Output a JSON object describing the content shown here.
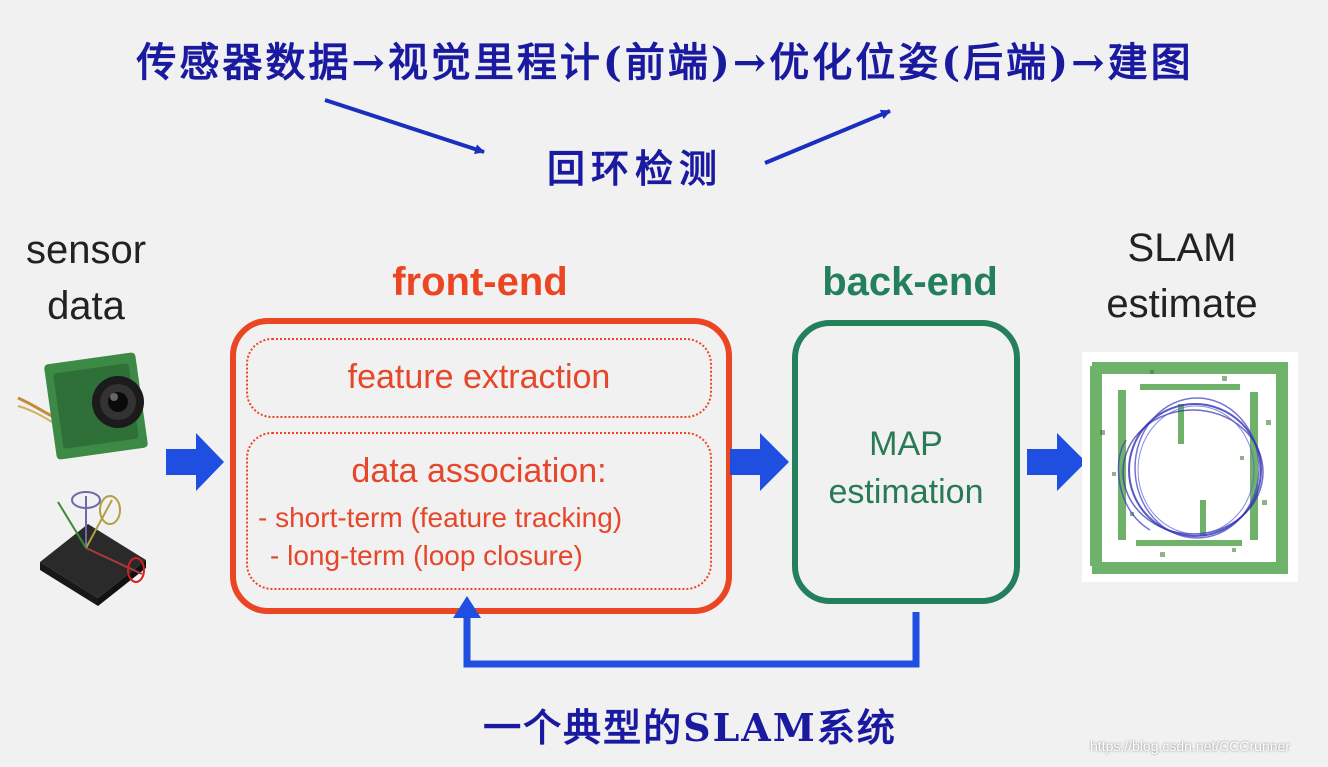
{
  "top": {
    "title": "传感器数据→视觉里程计(前端)→优化位姿(后端)→建图",
    "loop_detection": "回环检测"
  },
  "left": {
    "line1": "sensor",
    "line2": "data"
  },
  "front_end": {
    "title": "front-end",
    "feature_extraction": "feature extraction",
    "data_association": "data association:",
    "item1": "- short-term (feature tracking)",
    "item2": "- long-term (loop closure)"
  },
  "back_end": {
    "title": "back-end",
    "line1": "MAP",
    "line2": "estimation"
  },
  "right": {
    "line1": "SLAM",
    "line2": "estimate"
  },
  "caption": "一个典型的SLAM系统",
  "watermark": "https://blog.csdn.net/CCCrunner",
  "colors": {
    "front_end": "#ec4524",
    "back_end": "#24805c",
    "arrows": "#1f4fe0",
    "chinese_text": "#1a1aa0"
  }
}
